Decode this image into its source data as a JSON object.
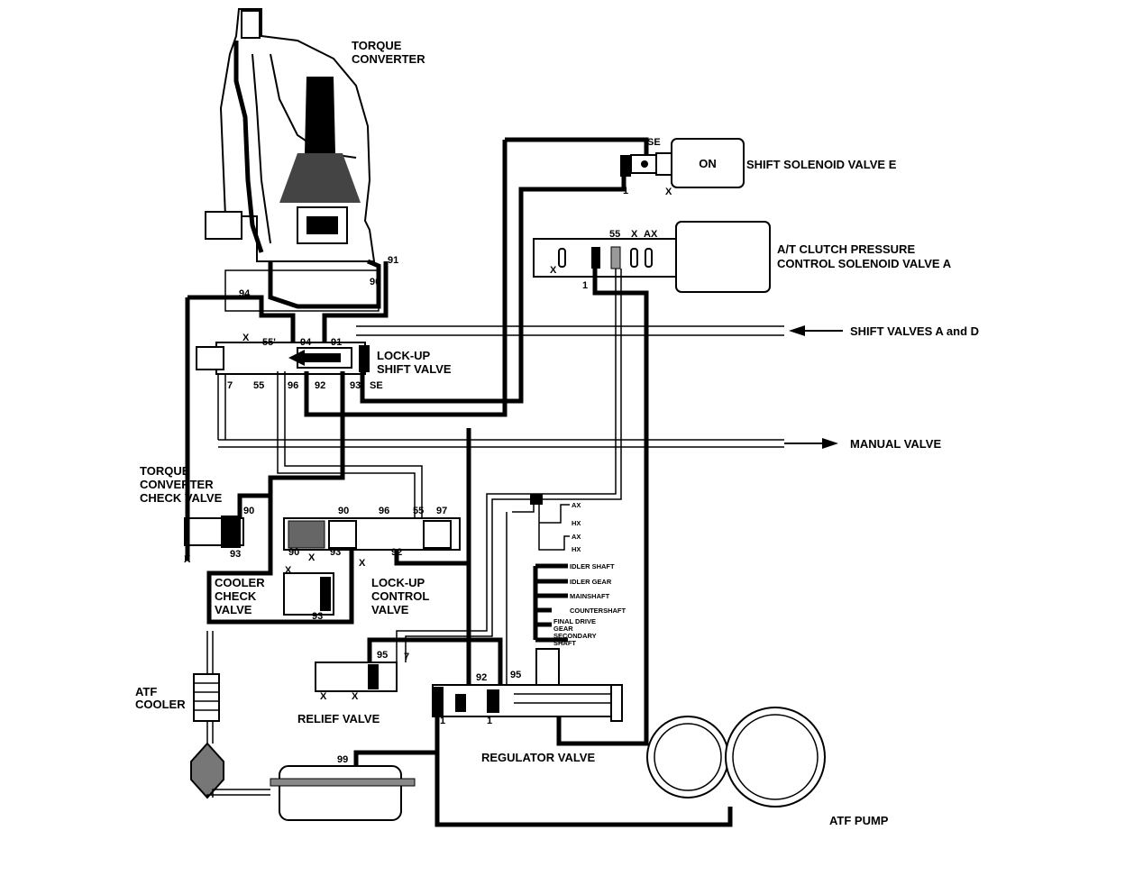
{
  "labels": {
    "torque_converter": [
      "TORQUE",
      "CONVERTER"
    ],
    "shift_solenoid_e": "SHIFT SOLENOID VALVE E",
    "solenoid_state": "ON",
    "at_clutch_solenoid": [
      "A/T CLUTCH PRESSURE",
      "CONTROL SOLENOID VALVE A"
    ],
    "shift_valves_ad": "SHIFT VALVES A and D",
    "manual_valve": "MANUAL VALVE",
    "lockup_shift_valve": [
      "LOCK-UP",
      "SHIFT VALVE"
    ],
    "tc_check_valve": [
      "TORQUE",
      "CONVERTER",
      "CHECK VALVE"
    ],
    "cooler_check_valve": [
      "COOLER",
      "CHECK",
      "VALVE"
    ],
    "lockup_control_valve": [
      "LOCK-UP",
      "CONTROL",
      "VALVE"
    ],
    "atf_cooler": [
      "ATF",
      "COOLER"
    ],
    "relief_valve": "RELIEF VALVE",
    "regulator_valve": "REGULATOR VALVE",
    "atf_pump": "ATF PUMP"
  },
  "lubrication_branches": [
    "AX",
    "HX",
    "AX",
    "HX"
  ],
  "shaft_lines": [
    "IDLER SHAFT",
    "IDLER GEAR",
    "MAINSHAFT",
    "COUNTERSHAFT",
    "FINAL DRIVE",
    "GEAR",
    "SECONDARY",
    "SHAFT"
  ],
  "ports": {
    "se": "SE",
    "one": "1",
    "x": "X",
    "ax": "AX",
    "p55": "55",
    "p55p": "55'",
    "p7": "7",
    "p90": "90",
    "p91": "91",
    "p92": "92",
    "p93": "93",
    "p94": "94",
    "p95": "95",
    "p96": "96",
    "p97": "97",
    "p99": "99"
  }
}
